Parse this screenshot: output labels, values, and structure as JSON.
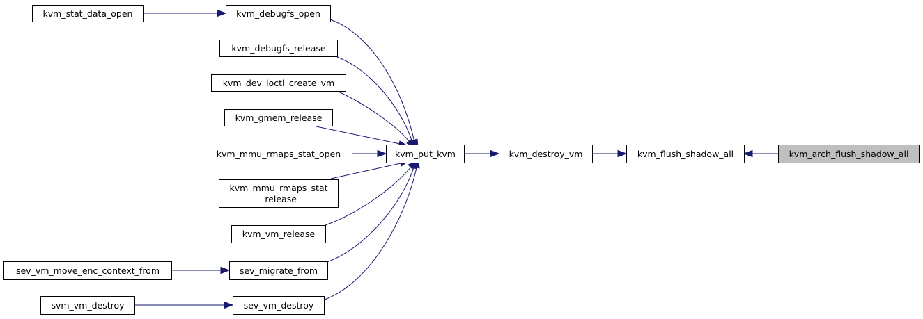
{
  "colors": {
    "edge": "#191970",
    "node_fill": "#ffffff",
    "node_border": "#000000",
    "highlight_fill": "#bfbfbf"
  },
  "nodes": {
    "kvm_stat_data_open": "kvm_stat_data_open",
    "kvm_debugfs_open": "kvm_debugfs_open",
    "kvm_debugfs_release": "kvm_debugfs_release",
    "kvm_dev_ioctl_create_vm": "kvm_dev_ioctl_create_vm",
    "kvm_gmem_release": "kvm_gmem_release",
    "kvm_mmu_rmaps_stat_open": "kvm_mmu_rmaps_stat_open",
    "kvm_mmu_rmaps_stat_release_line1": "kvm_mmu_rmaps_stat",
    "kvm_mmu_rmaps_stat_release_line2": "_release",
    "kvm_vm_release": "kvm_vm_release",
    "sev_vm_move_enc_context_from": "sev_vm_move_enc_context_from",
    "sev_migrate_from": "sev_migrate_from",
    "svm_vm_destroy": "svm_vm_destroy",
    "sev_vm_destroy": "sev_vm_destroy",
    "kvm_put_kvm": "kvm_put_kvm",
    "kvm_destroy_vm": "kvm_destroy_vm",
    "kvm_flush_shadow_all": "kvm_flush_shadow_all",
    "kvm_arch_flush_shadow_all": "kvm_arch_flush_shadow_all"
  }
}
